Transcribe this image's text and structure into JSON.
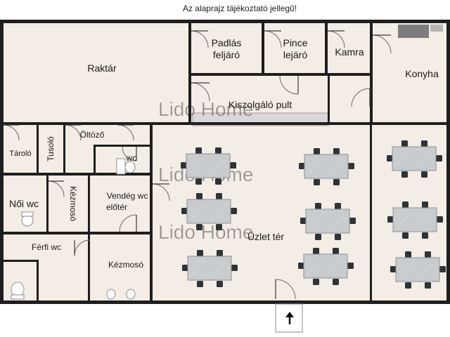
{
  "disclaimer": "Az alaprajz tájékoztató jellegű!",
  "watermark": "Lido Home",
  "rooms": {
    "raktar": "Raktár",
    "padlas_line1": "Padlás",
    "padlas_line2": "feljáró",
    "pince_line1": "Pince",
    "pince_line2": "lejáró",
    "kamra": "Kamra",
    "konyha": "Konyha",
    "kiszolgalo": "Kiszolgáló pult",
    "tarolo": "Tároló",
    "tusolo": "Tusoló",
    "oltozo": "Öltöző",
    "wc": "wc",
    "noi_wc": "Női wc",
    "kezmoso_vertical": "Kézmosó",
    "vendeg_line1": "Vendég wc",
    "vendeg_line2": "előtér",
    "uzlet": "Üzlet tér",
    "ferfi_wc": "Férfi wc",
    "kezmoso": "Kézmosó"
  },
  "icons": {
    "entrance": "up-arrow-icon",
    "tables": "dining-table-icon",
    "toilets": "toilet-icon",
    "stove": "cooktop-icon"
  },
  "colors": {
    "floor": "#f3ede6",
    "wall": "#1e1e1e",
    "counter": "#d8d8d8"
  }
}
